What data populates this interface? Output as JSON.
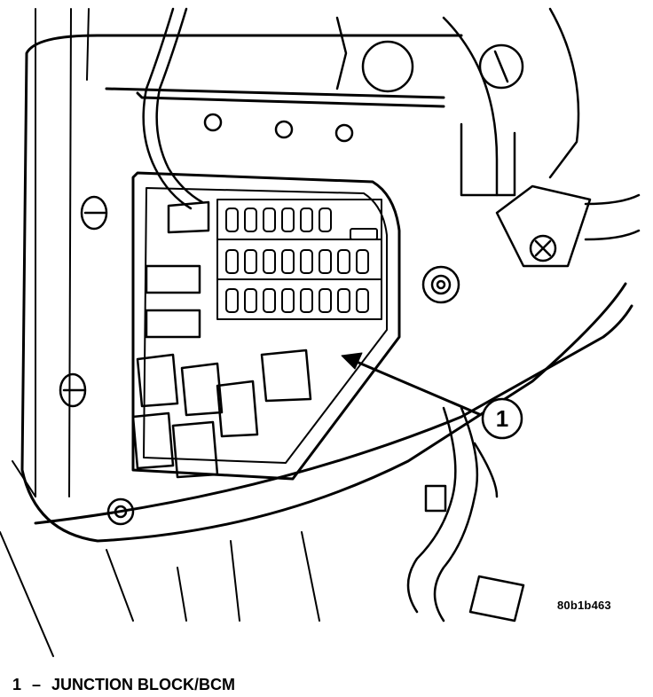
{
  "figure": {
    "figure_code": "80b1b463",
    "callout_number": "1"
  },
  "legend": {
    "number": "1",
    "dash": "–",
    "label": "JUNCTION BLOCK/BCM"
  }
}
